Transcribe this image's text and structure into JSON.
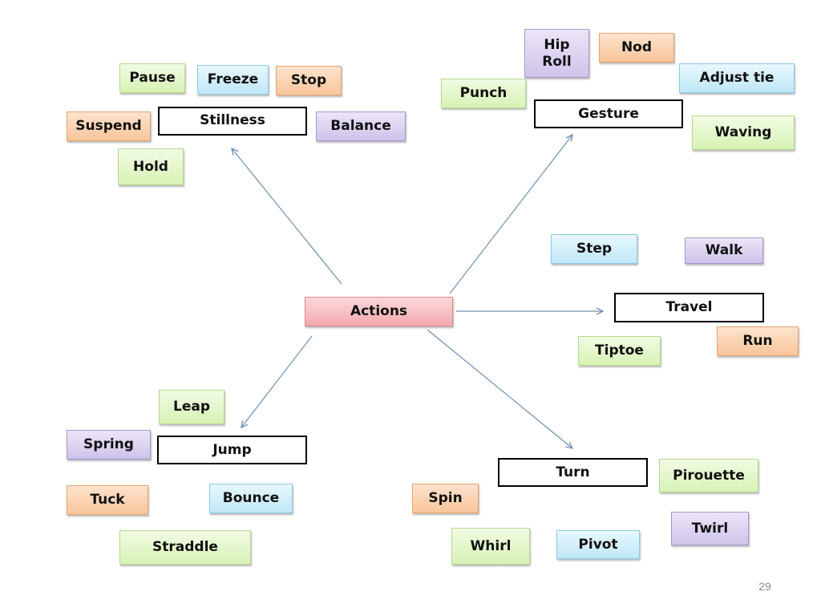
{
  "center": "Actions",
  "categories": {
    "stillness": "Stillness",
    "gesture": "Gesture",
    "travel": "Travel",
    "jump": "Jump",
    "turn": "Turn"
  },
  "words": {
    "pause": "Pause",
    "freeze": "Freeze",
    "stop": "Stop",
    "suspend": "Suspend",
    "balance": "Balance",
    "hold": "Hold",
    "hip_roll": "Hip\nRoll",
    "nod": "Nod",
    "adjust_tie": "Adjust tie",
    "punch": "Punch",
    "waving": "Waving",
    "step": "Step",
    "walk": "Walk",
    "tiptoe": "Tiptoe",
    "run": "Run",
    "leap": "Leap",
    "spring": "Spring",
    "tuck": "Tuck",
    "bounce": "Bounce",
    "straddle": "Straddle",
    "spin": "Spin",
    "pirouette": "Pirouette",
    "twirl": "Twirl",
    "whirl": "Whirl",
    "pivot": "Pivot"
  },
  "colors": {
    "arrow": "#6f8fb4",
    "green": "#d7f2b4",
    "blue": "#bfe7f7",
    "orange": "#f9c59b",
    "purple": "#cfc3ea",
    "pink": "#f3a9ae"
  },
  "page_number": "29"
}
